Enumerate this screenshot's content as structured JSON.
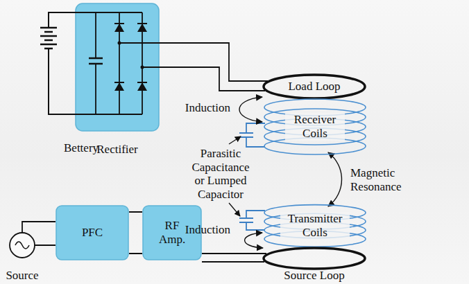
{
  "diagram": {
    "nodes": [
      {
        "text": [
          "Rectifier"
        ]
      },
      {
        "text": [
          "Load Loop"
        ]
      },
      {
        "text": [
          "Receiver Coils"
        ]
      },
      {
        "text": [
          "Transmitter Coils"
        ]
      },
      {
        "text": [
          "Source"
        ]
      },
      {
        "text": [
          "PFC"
        ]
      },
      {
        "text": [
          "RF Amp."
        ]
      },
      {
        "text": [
          "Source Loop"
        ]
      }
    ],
    "edges": [
      {
        "from": 0,
        "to": 1,
        "arrow": "none"
      },
      {
        "from": 1,
        "to": 2,
        "label": "Induction",
        "arrow": "both"
      },
      {
        "from": 2,
        "to": 3,
        "label": "Magnetic Resonance",
        "arrow": "both"
      },
      {
        "from": 3,
        "to": 7,
        "label": "Induction",
        "arrow": "both"
      },
      {
        "from": 4,
        "to": 5,
        "arrow": "none"
      },
      {
        "from": 5,
        "to": 6,
        "arrow": "none"
      },
      {
        "from": 6,
        "to": 7,
        "arrow": "none"
      }
    ],
    "labels": [
      "Bettery",
      "Parasitic Capacitance or Lumped Capacitor"
    ]
  }
}
